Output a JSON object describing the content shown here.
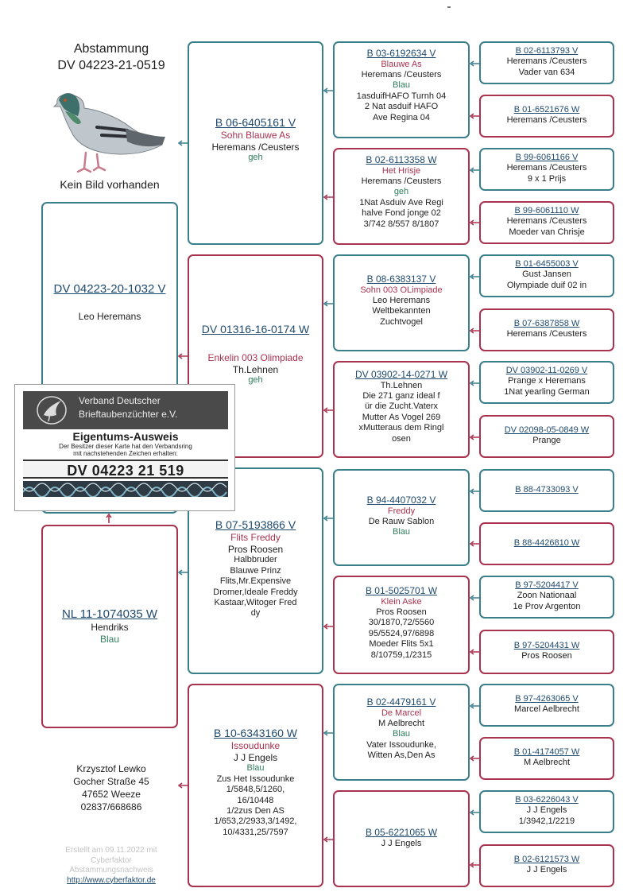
{
  "header": {
    "title": "Abstammung",
    "ring": "DV 04223-21-0519",
    "no_image": "Kein Bild vorhanden"
  },
  "card": {
    "org_line1": "Verband Deutscher",
    "org_line2": "Brieftaubenzüchter e.V.",
    "title": "Eigentums-Ausweis",
    "note_line1": "Der Besitzer dieser Karte hat den Verbandsring",
    "note_line2": "mit nachstehenden Zeichen erhalten:",
    "number": "DV 04223 21 519"
  },
  "breeder": {
    "name": "Krzysztof Lewko",
    "street": "Gocher Straße 45",
    "city": "47652 Weeze",
    "phone": "02837/668686"
  },
  "footer": {
    "line1": "Erstellt am 09.11.2022 mit",
    "line2": "Cyberfaktor",
    "line3": "Abstammungsnachweis",
    "link": "http://www.cyberfaktor.de"
  },
  "pedigree": {
    "father": {
      "ring": "DV 04223-20-1032 V",
      "lines": [
        "Leo Heremans"
      ]
    },
    "mother": {
      "ring": "NL 11-1074035 W",
      "lines": [
        "Hendriks"
      ],
      "color": "Blau"
    },
    "ff": {
      "ring": "B 06-6405161 V",
      "name": "Sohn Blauwe As",
      "lines": [
        "Heremans /Ceusters"
      ],
      "color": "geh"
    },
    "fm": {
      "ring": "DV 01316-16-0174 W",
      "name": "Enkelin 003 Olimpiade",
      "lines": [
        "Th.Lehnen"
      ],
      "color": "geh"
    },
    "mf": {
      "ring": "B 07-5193866 V",
      "name": "Flits Freddy",
      "lines": [
        "Pros Roosen",
        "Halbbruder",
        "Blauwe Prinz",
        "Flits,Mr.Expensive",
        "Dromer,Ideale Freddy",
        "Kastaar,Witoger Fred",
        "dy"
      ]
    },
    "mm": {
      "ring": "B 10-6343160 W",
      "name": "Issoudunke",
      "lines": [
        "J J Engels"
      ],
      "color": "Blau",
      "extra": [
        "Zus Het Issoudunke",
        "1/5848,5/1260,",
        "16/10448",
        "1/2zus Den AS",
        "1/653,2/2933,3/1492,",
        "10/4331,25/7597"
      ]
    },
    "fff": {
      "ring": "B 03-6192634 V",
      "name": "Blauwe As",
      "lines": [
        "Heremans /Ceusters"
      ],
      "color": "Blau",
      "extra": [
        "1asduifHAFO Turnh 04",
        "2 Nat asduif HAFO",
        "Ave Regina 04"
      ]
    },
    "ffm": {
      "ring": "B 02-6113358 W",
      "name": "Het Hrisje",
      "lines": [
        "Heremans /Ceusters"
      ],
      "color": "geh",
      "extra": [
        "1Nat Asduiv Ave Regi",
        "halve Fond jonge 02",
        "3/742 8/557 8/1807"
      ]
    },
    "fmf": {
      "ring": "B 08-6383137 V",
      "name": "Sohn 003 OLimpiade",
      "lines": [
        "Leo Heremans",
        "Weltbekannten",
        "Zuchtvogel"
      ]
    },
    "fmm": {
      "ring": "DV 03902-14-0271 W",
      "lines": [
        "Th.Lehnen",
        "Die 271 ganz ideal f",
        "ür die Zucht.Vaterx",
        "Mutter As Vogel 269",
        "xMutteraus dem Ringl",
        "osen"
      ]
    },
    "mff": {
      "ring": "B 94-4407032 V",
      "name": "Freddy",
      "lines": [
        "De Rauw Sablon"
      ],
      "color": "Blau"
    },
    "mfm": {
      "ring": "B 01-5025701 W",
      "name": "Klein Aske",
      "lines": [
        "Pros Roosen",
        "30/1870,72/5560",
        "95/5524,97/6898",
        "Moeder Flits 5x1",
        "8/10759,1/2315"
      ]
    },
    "mmf": {
      "ring": "B 02-4479161 V",
      "name": "De Marcel",
      "lines": [
        "M Aelbrecht"
      ],
      "color": "Blau",
      "extra": [
        "Vater Issoudunke,",
        "Witten As,Den As"
      ]
    },
    "mmm": {
      "ring": "B 05-6221065 W",
      "lines": [
        "J J Engels"
      ]
    },
    "g4": [
      {
        "ring": "B 02-6113793 V",
        "lines": [
          "Heremans /Ceusters",
          "Vader van 634"
        ]
      },
      {
        "ring": "B 01-6521676 W",
        "lines": [
          "Heremans /Ceusters"
        ]
      },
      {
        "ring": "B 99-6061166 V",
        "lines": [
          "Heremans /Ceusters",
          "9 x 1 Prijs"
        ]
      },
      {
        "ring": "B 99-6061110 W",
        "lines": [
          "Heremans /Ceusters",
          "Moeder van Chrisje"
        ]
      },
      {
        "ring": "B 01-6455003 V",
        "lines": [
          "Gust Jansen",
          "Olympiade duif 02 in"
        ]
      },
      {
        "ring": "B 07-6387858 W",
        "lines": [
          "Heremans /Ceusters"
        ]
      },
      {
        "ring": "DV 03902-11-0269 V",
        "lines": [
          "Prange  x Heremans",
          "1Nat yearling German"
        ]
      },
      {
        "ring": "DV 02098-05-0849 W",
        "lines": [
          "Prange"
        ]
      },
      {
        "ring": "B 88-4733093 V",
        "lines": []
      },
      {
        "ring": "B 88-4426810 W",
        "lines": []
      },
      {
        "ring": "B 97-5204417 V",
        "lines": [
          "Zoon Nationaal",
          "1e Prov Argenton"
        ]
      },
      {
        "ring": "B 97-5204431 W",
        "lines": [
          "Pros Roosen"
        ]
      },
      {
        "ring": "B 97-4263065 V",
        "lines": [
          "Marcel Aelbrecht"
        ]
      },
      {
        "ring": "B 01-4174057 W",
        "lines": [
          "M Aelbrecht"
        ]
      },
      {
        "ring": "B 03-6226043 V",
        "lines": [
          "J J Engels",
          "1/3942,1/2219"
        ]
      },
      {
        "ring": "B 02-6121573 W",
        "lines": [
          "J J Engels"
        ]
      }
    ]
  },
  "colors": {
    "male_border": "#3a7f8c",
    "female_border": "#a8334f",
    "ring_text": "#1f4a6e",
    "name_text": "#a8334f",
    "color_text": "#2e7d5b"
  }
}
